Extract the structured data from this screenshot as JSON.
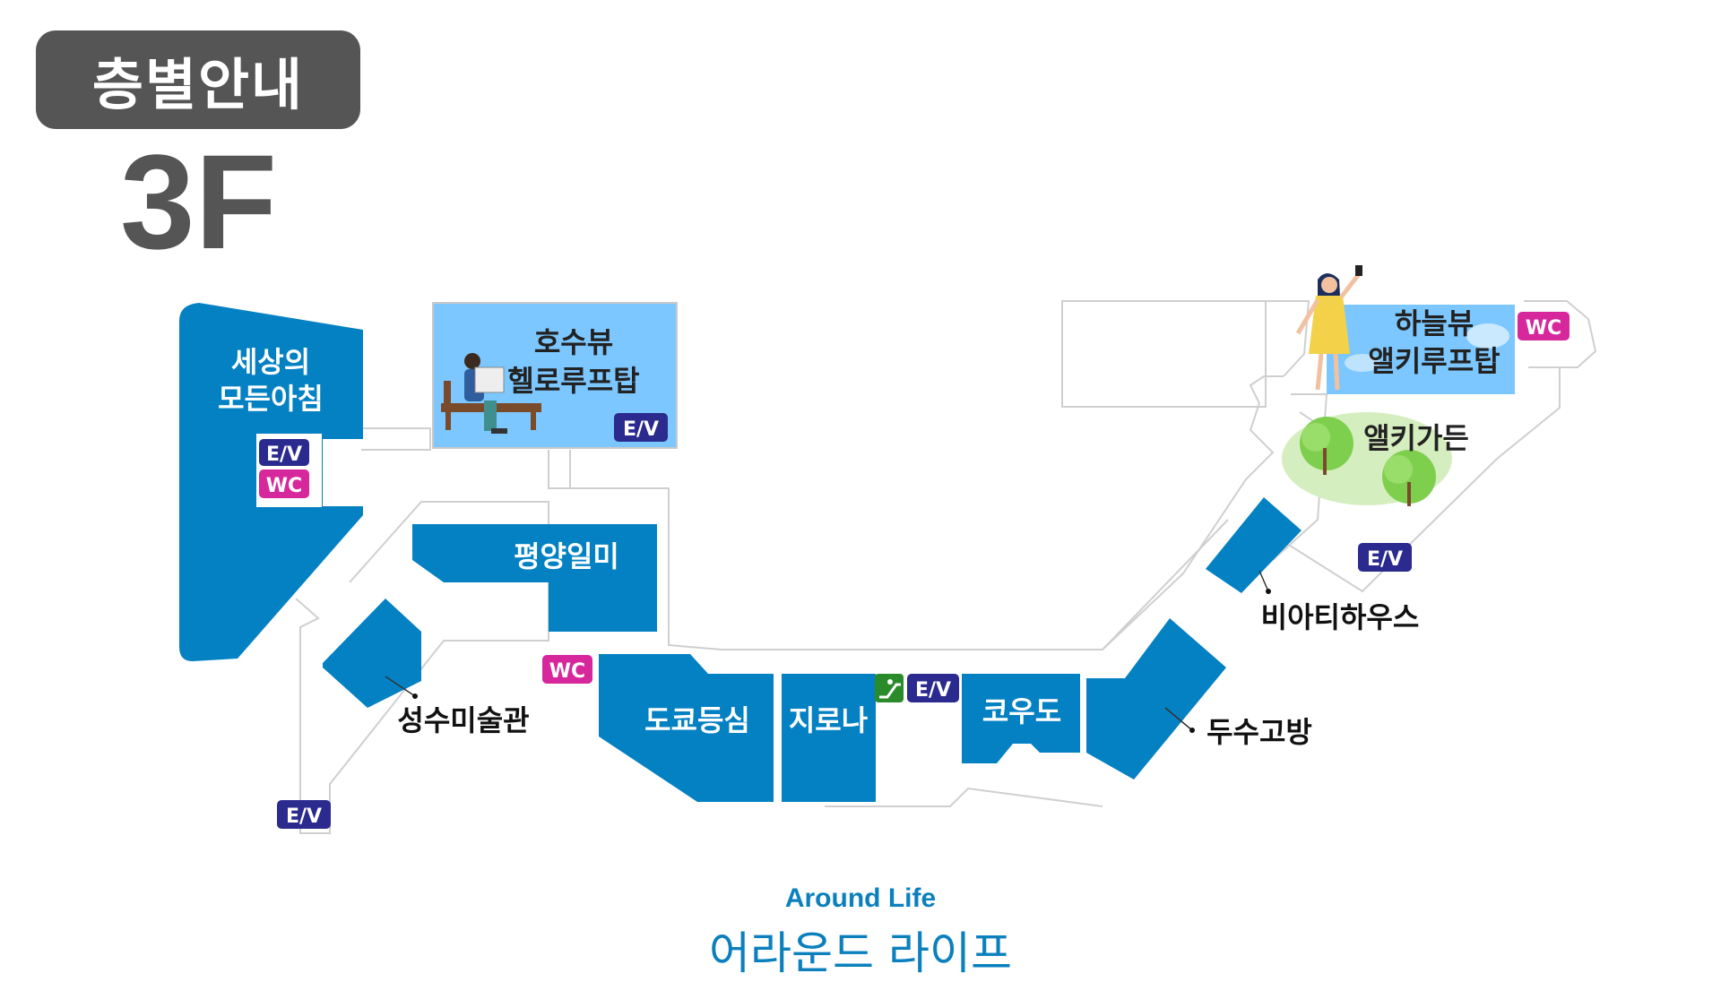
{
  "header": {
    "title": "층별안내",
    "floor": "3F"
  },
  "colors": {
    "store": "#0481c3",
    "view_area": "#7cc7ff",
    "ev_badge": "#2b2a8e",
    "wc_badge": "#d6279c",
    "escalator": "#2a8b2a",
    "header_bg": "#555555",
    "brand": "#0b80bd"
  },
  "stores": [
    {
      "name": "세상의\n모든아침",
      "line1": "세상의",
      "line2": "모든아침"
    },
    {
      "name": "평양일미"
    },
    {
      "name": "성수미술관"
    },
    {
      "name": "도쿄등심"
    },
    {
      "name": "지로나"
    },
    {
      "name": "코우도"
    },
    {
      "name": "두수고방"
    },
    {
      "name": "비아티하우스"
    }
  ],
  "view_areas": [
    {
      "line1": "호수뷰",
      "line2": "헬로루프탑"
    },
    {
      "line1": "하늘뷰",
      "line2": "앨키루프탑"
    }
  ],
  "garden": {
    "name": "앨키가든"
  },
  "badges": {
    "ev": "E/V",
    "wc": "WC"
  },
  "footer": {
    "brand_en": "Around Life",
    "brand_ko": "어라운드 라이프"
  }
}
